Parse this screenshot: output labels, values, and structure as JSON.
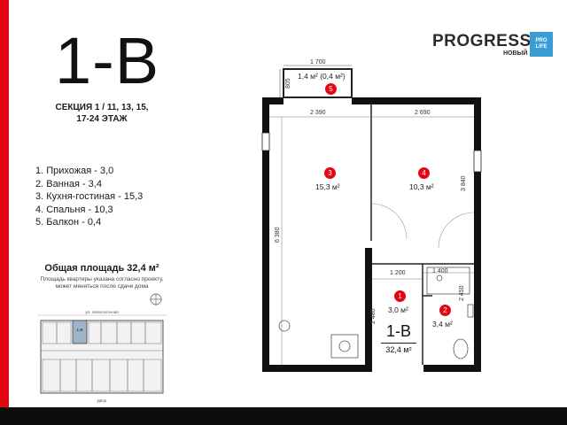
{
  "unit_code": "1-В",
  "brand": {
    "name": "PROGRESS",
    "sub": "НОВЫЙ",
    "badge_top": "PRO",
    "badge_bottom": "LIFE",
    "badge_color": "#3a9bd5"
  },
  "section_info": {
    "line1": "СЕКЦИЯ 1  / 11, 13, 15,",
    "line2": "17-24 ЭТАЖ"
  },
  "rooms_list": [
    "1.  Прихожая - 3,0",
    "2. Ванная - 3,4",
    "3. Кухня-гостиная - 15,3",
    "4. Спальня - 10,3",
    "5. Балкон - 0,4"
  ],
  "total_area_label": "Общая площадь 32,4 м²",
  "area_note": [
    "Площадь квартиры указана согласно проекту,",
    "может меняться после сдачи дома"
  ],
  "key_plan": {
    "street_label": "ул. Новоселочная",
    "yard_label": "Двор",
    "unit_marker": "1-В",
    "highlight_color": "#9fb4c8"
  },
  "plan": {
    "rooms": [
      {
        "number": "3",
        "area": "15,3 м²"
      },
      {
        "number": "4",
        "area": "10,3 м²"
      },
      {
        "number": "1",
        "area": "3,0 м²"
      },
      {
        "number": "2",
        "area": "3,4 м²"
      },
      {
        "number": "5",
        "area": "1,4 м² (0,4 м²)"
      }
    ],
    "dimensions": {
      "balcony_width": "1 700",
      "balcony_depth": "805",
      "kitchen_width": "2 390",
      "bedroom_width": "2 690",
      "bedroom_depth": "3 840",
      "total_depth": "6 380",
      "hall_width": "1 200",
      "bath_width": "1 400",
      "bath_depth": "2 450",
      "hall_depth": "2 480"
    },
    "unit_code": "1-В",
    "unit_area": "32,4 м²"
  },
  "colors": {
    "accent": "#e30613",
    "wall": "#111111",
    "footer": "#0d0d0d"
  }
}
